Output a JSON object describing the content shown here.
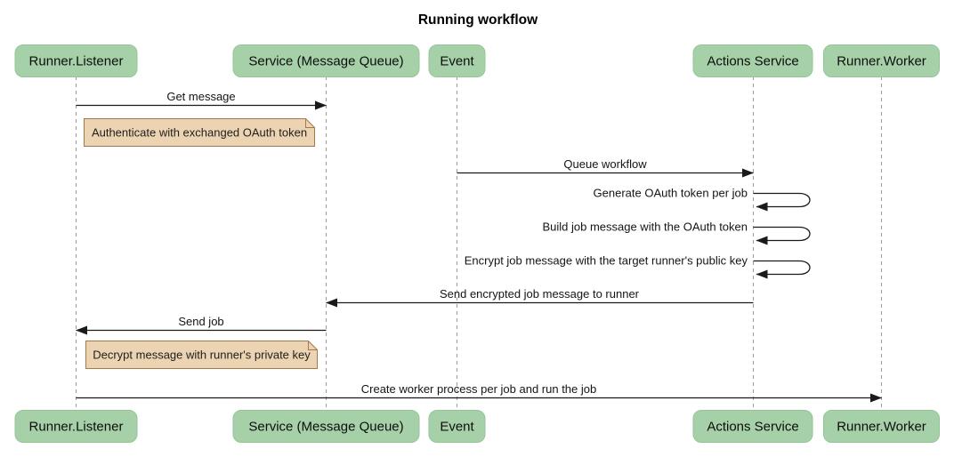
{
  "title": "Running workflow",
  "participants": [
    {
      "label": "Runner.Listener"
    },
    {
      "label": "Service (Message Queue)"
    },
    {
      "label": "Event"
    },
    {
      "label": "Actions Service"
    },
    {
      "label": "Runner.Worker"
    }
  ],
  "messages": [
    {
      "label": "Get message",
      "from": "Runner.Listener",
      "to": "Service (Message Queue)",
      "kind": "solid-arrow"
    },
    {
      "label": "Queue workflow",
      "from": "Event",
      "to": "Actions Service",
      "kind": "solid-arrow"
    },
    {
      "label": "Generate OAuth token per job",
      "from": "Actions Service",
      "to": "Actions Service",
      "kind": "self-loop"
    },
    {
      "label": "Build job message with the OAuth token",
      "from": "Actions Service",
      "to": "Actions Service",
      "kind": "self-loop"
    },
    {
      "label": "Encrypt job message with the target runner's public key",
      "from": "Actions Service",
      "to": "Actions Service",
      "kind": "self-loop"
    },
    {
      "label": "Send encrypted job message to runner",
      "from": "Actions Service",
      "to": "Service (Message Queue)",
      "kind": "solid-arrow"
    },
    {
      "label": "Send job",
      "from": "Service (Message Queue)",
      "to": "Runner.Listener",
      "kind": "solid-arrow"
    },
    {
      "label": "Create worker process per job and run the job",
      "from": "Runner.Listener",
      "to": "Runner.Worker",
      "kind": "solid-arrow"
    }
  ],
  "notes": [
    {
      "text": "Authenticate with exchanged OAuth token",
      "position": "right of Runner.Listener"
    },
    {
      "text": "Decrypt message with runner's private key",
      "position": "right of Runner.Listener"
    }
  ],
  "colors": {
    "participant_fill": "#a6d1a8",
    "participant_border": "#95c597",
    "note_fill": "#ecd3b1",
    "note_border": "#a27a4d",
    "lifeline": "#9b9b9b",
    "arrow": "#1a1a1a",
    "text": "#141414",
    "background": "#ffffff"
  }
}
